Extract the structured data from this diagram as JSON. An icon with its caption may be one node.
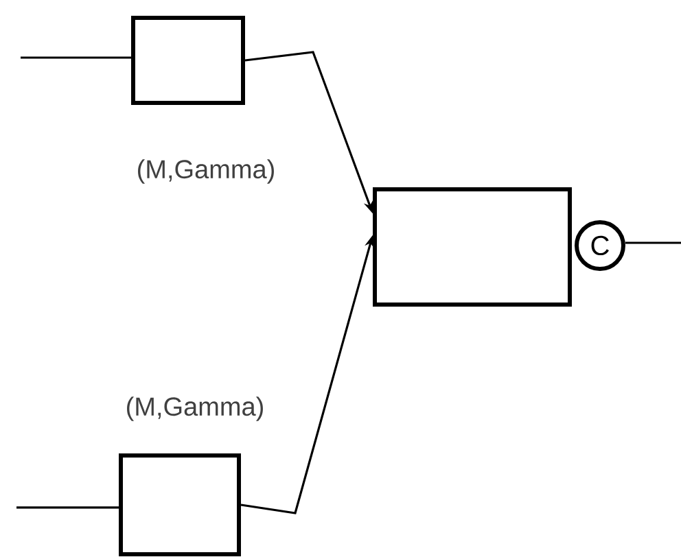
{
  "diagram": {
    "nodes": [
      {
        "text": [],
        "shape": "box",
        "beside": [
          "(M,Gamma)"
        ]
      },
      {
        "text": [],
        "shape": "box",
        "beside": [
          "(M,Gamma)"
        ]
      },
      {
        "text": [],
        "shape": "box"
      },
      {
        "text": [
          "C"
        ]
      }
    ],
    "edges": [
      {
        "from": null,
        "to": 0,
        "arrow": "none"
      },
      {
        "from": 0,
        "to": 2,
        "arrow": "to"
      },
      {
        "from": null,
        "to": 1,
        "arrow": "none"
      },
      {
        "from": 1,
        "to": 2,
        "arrow": "to"
      },
      {
        "from": 3,
        "to": null,
        "arrow": "none"
      }
    ]
  }
}
